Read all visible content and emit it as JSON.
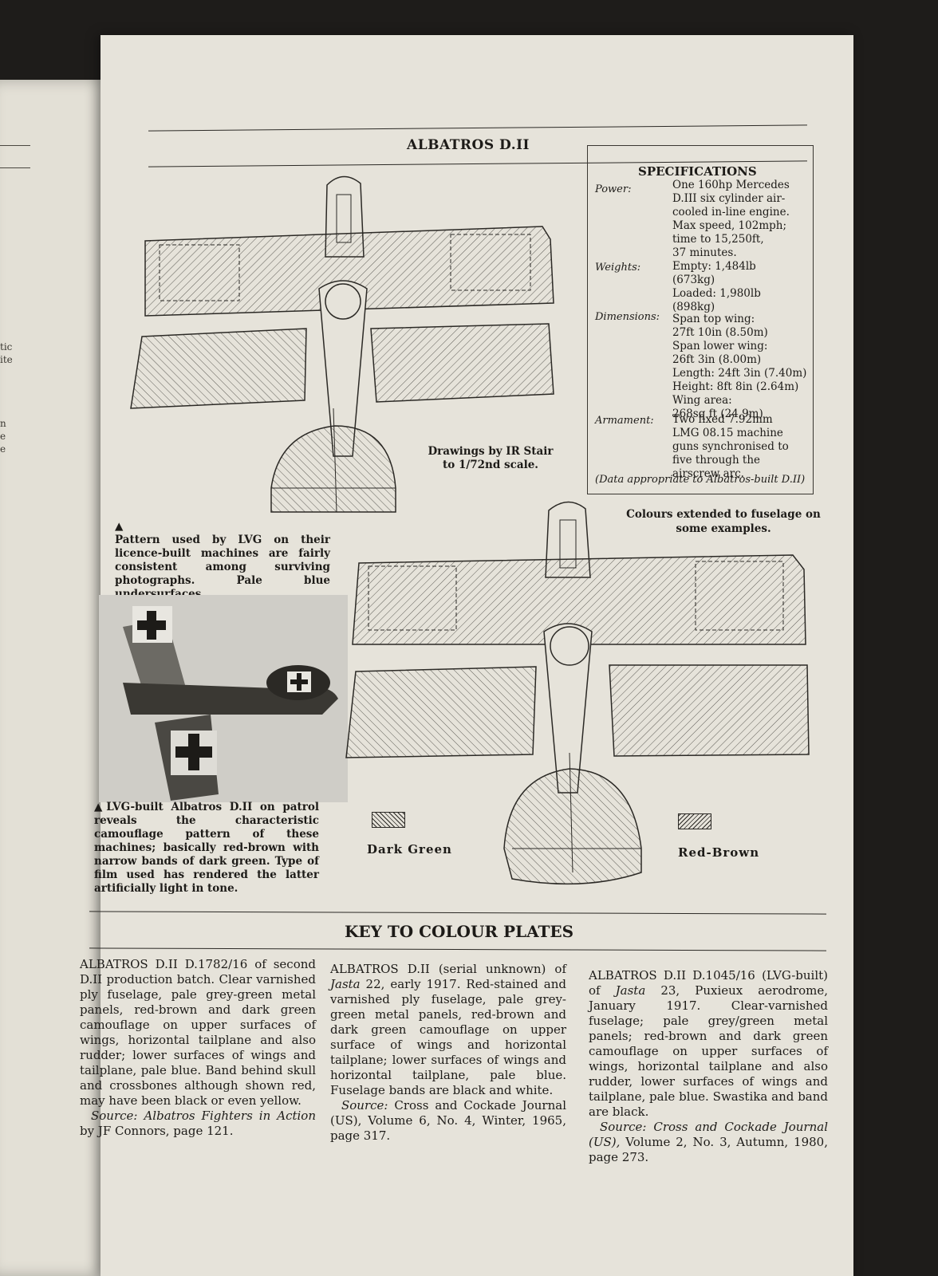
{
  "left_page_fragments": [
    "tic",
    "ite",
    "n",
    "e",
    "e"
  ],
  "header": {
    "title": "ALBATROS D.II"
  },
  "specifications": {
    "heading": "SPECIFICATIONS",
    "rows": [
      {
        "label": "Power:",
        "lines": [
          "One 160hp Mercedes",
          "D.III six cylinder air-",
          "cooled in-line engine.",
          "Max speed, 102mph;",
          "time to 15,250ft,",
          "37 minutes."
        ]
      },
      {
        "label": "Weights:",
        "lines": [
          "Empty: 1,484lb",
          "(673kg)",
          "Loaded: 1,980lb",
          "(898kg)"
        ]
      },
      {
        "label": "Dimensions:",
        "lines": [
          "Span top wing:",
          "27ft 10in (8.50m)",
          "Span lower wing:",
          "26ft 3in (8.00m)",
          "Length: 24ft 3in (7.40m)",
          "Height: 8ft 8in (2.64m)",
          "Wing area:",
          "268sq ft (24.9m)"
        ]
      },
      {
        "label": "Armament:",
        "lines": [
          "Two fixed 7.92mm",
          "LMG 08.15 machine",
          "guns synchronised to",
          "five through the",
          "airscrew arc."
        ]
      }
    ],
    "note": "(Data appropriate to Albatros-built D.II)"
  },
  "drawing_credit": [
    "Drawings by IR Stair",
    "to 1/72nd scale."
  ],
  "caption_lvg": {
    "arrow": "▲",
    "text": "Pattern used by LVG on their licence-built machines are fairly consistent among surviving photographs. Pale blue undersurfaces."
  },
  "caption_photo": {
    "arrow": "▲",
    "text": "LVG-built Albatros D.II on patrol reveals the characteristic camouflage pattern of these machines; basically red-brown with narrow bands of dark green. Type of film used has rendered the latter artificially light in tone."
  },
  "note_fuselage": "Colours extended to fuselage on some examples.",
  "legend": [
    {
      "name": "dark-green",
      "label": "Dark Green",
      "color": "#2b2925"
    },
    {
      "name": "red-brown",
      "label": "Red-Brown",
      "color": "#2b2925"
    }
  ],
  "key": {
    "title": "KEY TO COLOUR PLATES",
    "columns": [
      {
        "lead": "ALBATROS D.II D.1782/16 of second D.II production batch.",
        "body": " Clear varnished ply fuselage, pale grey-green metal panels, red-brown and dark green camouflage on upper surfaces of wings, horizontal tailplane and also rudder; lower surfaces of wings and tailplane, pale blue. Band behind skull and crossbones although shown red, may have been black or even yellow.",
        "source": "Source: Albatros Fighters in Action",
        "source_tail": " by JF Connors, page 121."
      },
      {
        "lead": "ALBATROS D.II (serial unknown) of",
        "jasta": "Jasta",
        "body": " 22, early 1917. Red-stained and varnished ply fuselage, pale grey-green metal panels, red-brown and dark green camouflage on upper surface of wings and horizontal tailplane; lower surfaces of wings and horizontal tailplane, pale blue. Fuselage bands are black and white.",
        "source": "Source:",
        "source_tail": " Cross and Cockade Journal (US), Volume 6, No. 4, Winter, 1965, page 317."
      },
      {
        "lead": "ALBATROS D.II D.1045/16 (LVG-built) of",
        "jasta": "Jasta",
        "body": " 23, Puxieux aerodrome, January 1917. Clear-varnished fuselage; pale grey/green metal panels; red-brown and dark green camouflage on upper surfaces of wings, horizontal tailplane and also rudder, lower surfaces of wings and tailplane, pale blue. Swastika and band are black.",
        "source": "Source: Cross and Cockade Journal (US),",
        "source_tail": " Volume 2, No. 3, Autumn, 1980, page 273."
      }
    ]
  }
}
